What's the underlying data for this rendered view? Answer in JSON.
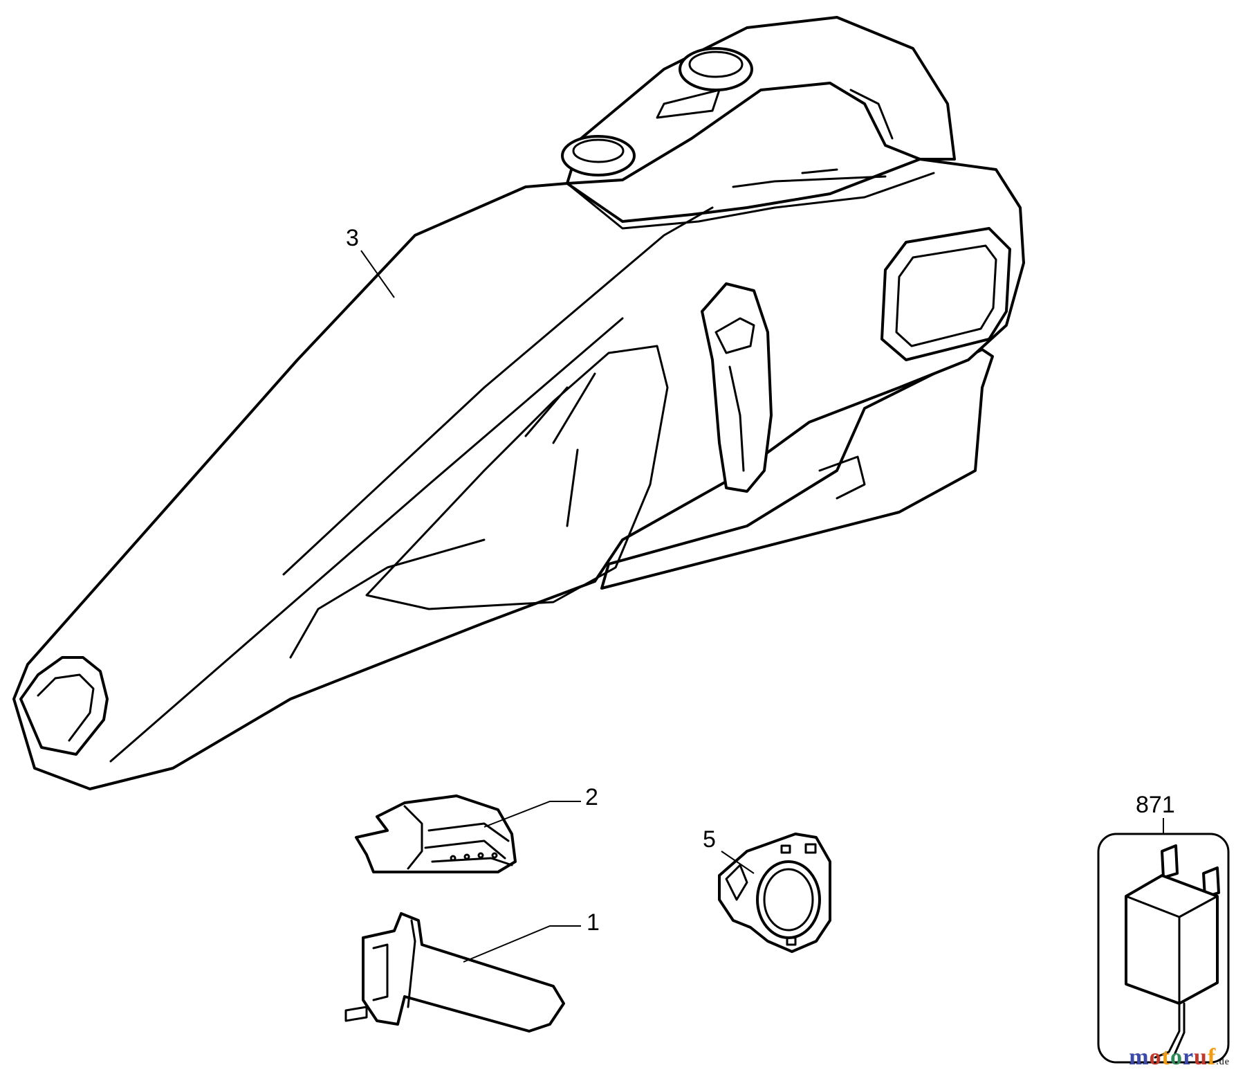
{
  "callouts": {
    "vacuum": "3",
    "filter_bowl": "2",
    "filter": "1",
    "charger_plug": "5",
    "charger": "871"
  },
  "watermark": {
    "text": "motoruf",
    "suffix": ".de",
    "colors": [
      "#3b49a8",
      "#c0392b",
      "#f39c12",
      "#2e8b57"
    ]
  }
}
